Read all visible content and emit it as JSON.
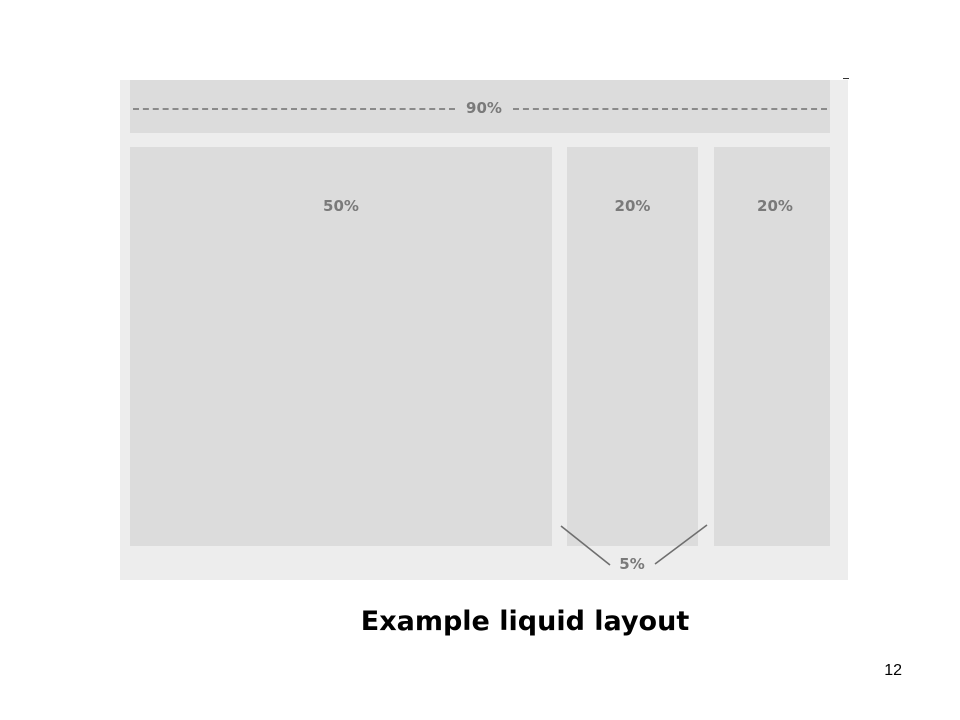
{
  "diagram": {
    "header": {
      "label": "90%"
    },
    "columns": [
      {
        "label": "50%"
      },
      {
        "label": "20%"
      },
      {
        "label": "20%"
      }
    ],
    "gap": {
      "label": "5%"
    }
  },
  "caption": "Example liquid layout",
  "page_number": "12",
  "colors": {
    "frame": "#ededed",
    "box": "#dcdcdc",
    "label": "#7a7a7a",
    "caption": "#000000"
  }
}
